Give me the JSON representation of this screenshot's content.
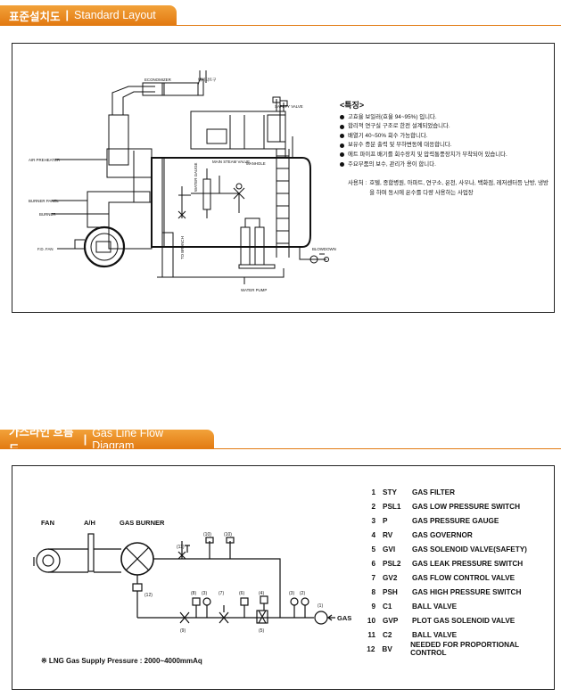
{
  "section1": {
    "title_ko": "표준설치도",
    "separator": "|",
    "title_en": "Standard Layout",
    "labels": {
      "economizer": "ECONOMIZER",
      "exhaust": "배기닥트구",
      "safety_valve": "SAFETY VALVE",
      "air_preheater": "AIR PREHEATER",
      "burner_panel": "BURNER PANEL",
      "burner": "BURNER",
      "fd_fan": "F.D. FAN",
      "water_gauge": "WATER GAUGE",
      "main_steam_valve": "MAIN STEAM VALVE",
      "manhole": "MANHOLE",
      "branch": "TO BRANCH",
      "water_pump": "WATER PUMP",
      "blow_down": "BLOWDOWN"
    },
    "features_title": "<특징>",
    "features": [
      "고효율 보일러(효율 94~95%) 입니다.",
      "합리적 연구실 구조로 한전 설계되었습니다.",
      "배열기 40~50% 회수 가능합니다.",
      "보유수 증분 출력 및 부하변동에 대응합니다.",
      "에트 파이프 배기를 회수장치 및 압력통풍장치가 부착되어 있습니다.",
      "주요부품의 보수, 관리가 용이 합니다."
    ],
    "usage_label": "사용처 :",
    "usage_text": "호텔, 종합병원, 아파트, 연구소, 온천, 사우나, 백화점, 레저센터등 난방, 냉방을 하며 동시에 온수를 다량 사용하는 사업장"
  },
  "section2": {
    "title_ko": "가스라인 흐름도",
    "separator": "|",
    "title_en": "Gas Line Flow Diagram",
    "labels": {
      "fan": "FAN",
      "ah": "A/H",
      "gas_burner": "GAS BURNER",
      "gas_inlet": "GAS"
    },
    "tags": {
      "t11": "(11)",
      "t10a": "(10)",
      "t10b": "(10)",
      "t12": "(12)",
      "t8a": "(8)",
      "t3a": "(3)",
      "t7": "(7)",
      "t6": "(6)",
      "t4": "(4)",
      "t3b": "(3)",
      "t2": "(2)",
      "t1": "(1)",
      "t9": "(9)",
      "t5": "(5)"
    },
    "legend": [
      {
        "num": "1",
        "code": "STY",
        "desc": "GAS FILTER"
      },
      {
        "num": "2",
        "code": "PSL1",
        "desc": "GAS LOW PRESSURE SWITCH"
      },
      {
        "num": "3",
        "code": "P",
        "desc": "GAS PRESSURE GAUGE"
      },
      {
        "num": "4",
        "code": "RV",
        "desc": "GAS GOVERNOR"
      },
      {
        "num": "5",
        "code": "GVI",
        "desc": "GAS SOLENOID VALVE(SAFETY)"
      },
      {
        "num": "6",
        "code": "PSL2",
        "desc": "GAS LEAK PRESSURE SWITCH"
      },
      {
        "num": "7",
        "code": "GV2",
        "desc": "GAS FLOW CONTROL VALVE"
      },
      {
        "num": "8",
        "code": "PSH",
        "desc": "GAS HIGH PRESSURE SWITCH"
      },
      {
        "num": "9",
        "code": "C1",
        "desc": "BALL VALVE"
      },
      {
        "num": "10",
        "code": "GVP",
        "desc": "PLOT GAS SOLENOID VALVE"
      },
      {
        "num": "11",
        "code": "C2",
        "desc": "BALL VALVE"
      },
      {
        "num": "12",
        "code": "BV",
        "desc": "NEEDED FOR PROPORTIONAL CONTROL"
      }
    ],
    "supply_note": "※ LNG Gas Supply Pressure : 2000~4000mmAq"
  }
}
